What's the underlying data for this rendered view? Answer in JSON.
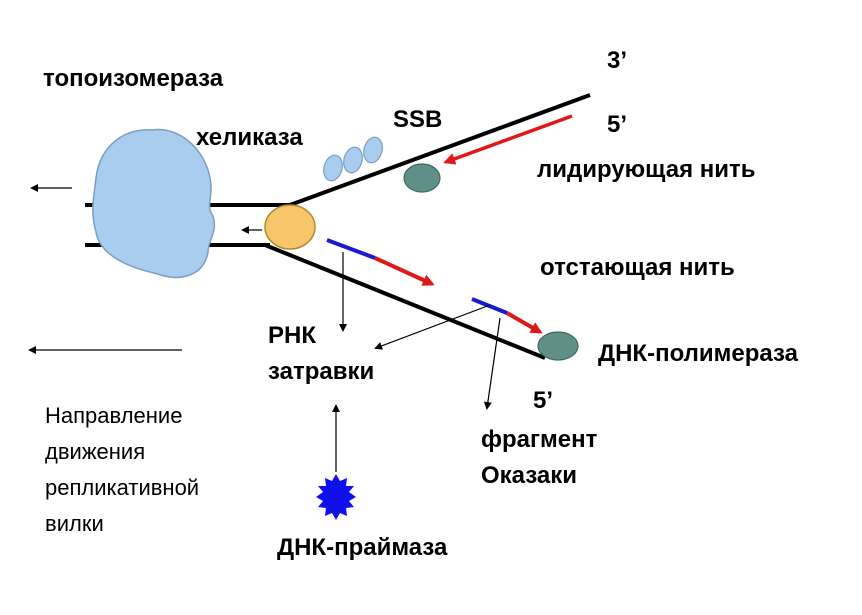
{
  "labels": {
    "topoisomerase": "топоизомераза",
    "helicase": "хеликаза",
    "ssb": "SSB",
    "end_3_top": "3’",
    "end_5_top": "5’",
    "leading_strand": "лидирующая нить",
    "lagging_strand": "отстающая нить",
    "rna_primers_line1": "РНК",
    "rna_primers_line2": "затравки",
    "dna_polymerase": "ДНК-полимераза",
    "end_5_bottom": "5’",
    "okazaki_line1": "фрагмент",
    "okazaki_line2": "Оказаки",
    "direction_line1": "Направление",
    "direction_line2": "движения",
    "direction_line3": "репликативной",
    "direction_line4": "вилки",
    "primase": "ДНК-праймаза"
  },
  "colors": {
    "topoisomerase": "#a9cdee",
    "helicase": "#f7c56a",
    "ssb": "#a9cdee",
    "polymerase": "#5f8f86",
    "primase": "#1010ee",
    "rna_primer": "#1a1ad0",
    "new_dna": "#e01818",
    "dna_strand": "#000000"
  }
}
